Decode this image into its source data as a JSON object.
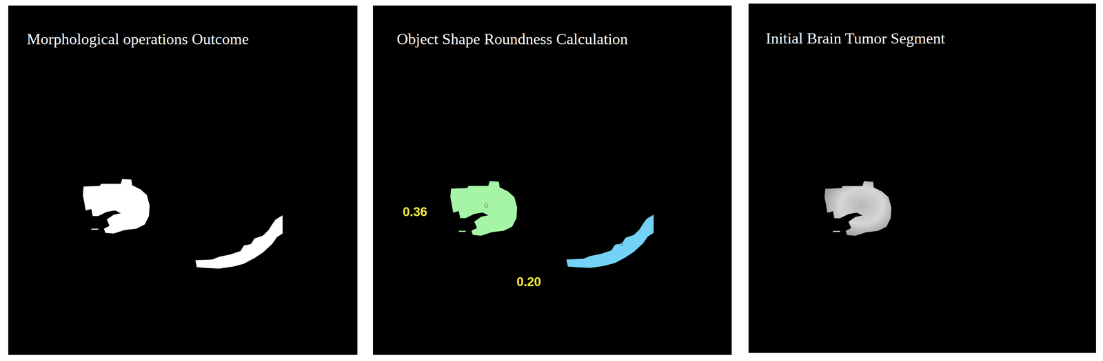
{
  "diagram": {
    "nodes": [
      {
        "text": [
          "Morphological operations Outcome"
        ]
      },
      {
        "text": [
          "Object Shape Roundness Calculation"
        ]
      },
      {
        "text": [
          "Initial Brain Tumor Segment"
        ]
      }
    ],
    "labels": [
      "0.36",
      "0.20"
    ]
  }
}
